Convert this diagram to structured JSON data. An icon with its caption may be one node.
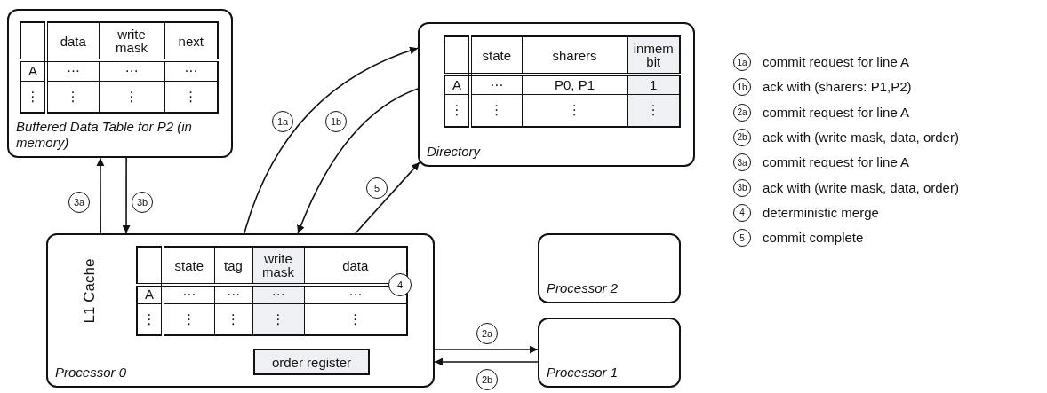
{
  "diagram": {
    "nodes": [
      {
        "text": [
          "Buffered Data Table for P2 (in memory)"
        ]
      },
      {
        "text": [
          "data",
          "write mask",
          "next",
          "A",
          "⋯",
          "⋯",
          "⋯",
          "⋮",
          "⋮",
          "⋮",
          "⋮"
        ],
        "in": 0
      },
      {
        "text": [
          "Directory"
        ]
      },
      {
        "text": [
          "state",
          "sharers",
          "inmem bit",
          "A",
          "⋯",
          "P0, P1",
          "1",
          "⋮",
          "⋮",
          "⋮",
          "⋮"
        ],
        "in": 2
      },
      {
        "text": [
          "Processor 0"
        ]
      },
      {
        "text": [
          "state",
          "tag",
          "write mask",
          "data",
          "A",
          "⋯",
          "⋯",
          "⋯",
          "⋯",
          "⋮",
          "⋮",
          "⋮",
          "⋮",
          "⋮"
        ],
        "in": 4,
        "beside": [
          "L1 Cache"
        ]
      },
      {
        "text": [
          "order register"
        ],
        "in": 4
      },
      {
        "text": [
          "Processor 2"
        ]
      },
      {
        "text": [
          "Processor 1"
        ]
      }
    ],
    "edges": [
      {
        "from": 4,
        "to": 2,
        "arrow": "to",
        "label": "1a"
      },
      {
        "from": 2,
        "to": 4,
        "arrow": "to",
        "label": "1b"
      },
      {
        "from": 4,
        "to": 2,
        "arrow": "to",
        "label": "5"
      },
      {
        "from": 4,
        "to": 0,
        "arrow": "to",
        "label": "3a"
      },
      {
        "from": 0,
        "to": 4,
        "arrow": "to",
        "label": "3b"
      },
      {
        "from": 4,
        "to": 8,
        "arrow": "to",
        "label": "2a"
      },
      {
        "from": 8,
        "to": 4,
        "arrow": "to",
        "label": "2b"
      }
    ],
    "labels": [
      "4",
      "1a",
      "1b",
      "2a",
      "2b",
      "3a",
      "3b",
      "4",
      "5"
    ],
    "legend": [
      {
        "text": "commit request for line A"
      },
      {
        "text": "ack with (sharers: P1,P2)"
      },
      {
        "text": "commit request for line A"
      },
      {
        "text": "ack with (write mask, data, order)"
      },
      {
        "text": "commit request for line A"
      },
      {
        "text": "ack with (write mask, data, order)"
      },
      {
        "text": "deterministic merge"
      },
      {
        "text": "commit complete"
      }
    ]
  }
}
